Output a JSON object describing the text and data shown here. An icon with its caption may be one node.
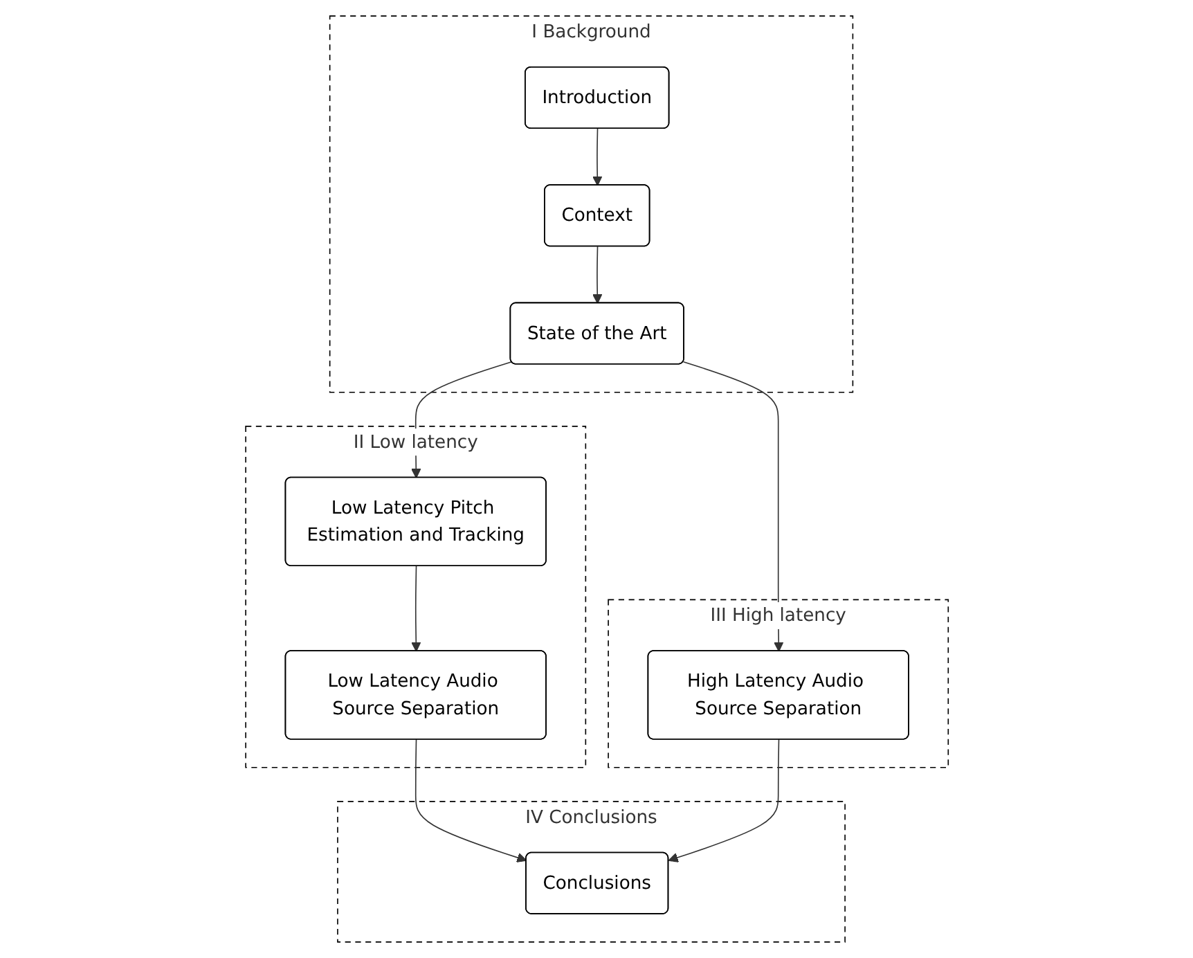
{
  "diagram": {
    "nodes": [
      {
        "text": [
          "I Background"
        ]
      },
      {
        "text": [
          "Introduction"
        ],
        "in": 0
      },
      {
        "text": [
          "Context"
        ],
        "in": 0
      },
      {
        "text": [
          "State of the Art"
        ],
        "in": 0
      },
      {
        "text": [
          "II Low latency"
        ]
      },
      {
        "text": [
          "Low Latency Pitch Estimation and Tracking"
        ],
        "in": 4
      },
      {
        "text": [
          "Low Latency Audio Source Separation"
        ],
        "in": 4
      },
      {
        "text": [
          "III High latency"
        ]
      },
      {
        "text": [
          "High Latency Audio Source Separation"
        ],
        "in": 7
      },
      {
        "text": [
          "IV Conclusions"
        ]
      },
      {
        "text": [
          "Conclusions"
        ],
        "in": 9
      }
    ],
    "edges": [
      {
        "from": 1,
        "to": 2,
        "arrow": "to"
      },
      {
        "from": 2,
        "to": 3,
        "arrow": "to"
      },
      {
        "from": 3,
        "to": 5,
        "arrow": "to"
      },
      {
        "from": 3,
        "to": 8,
        "arrow": "to"
      },
      {
        "from": 5,
        "to": 6,
        "arrow": "to"
      },
      {
        "from": 6,
        "to": 10,
        "arrow": "to"
      },
      {
        "from": 8,
        "to": 10,
        "arrow": "to"
      }
    ]
  }
}
